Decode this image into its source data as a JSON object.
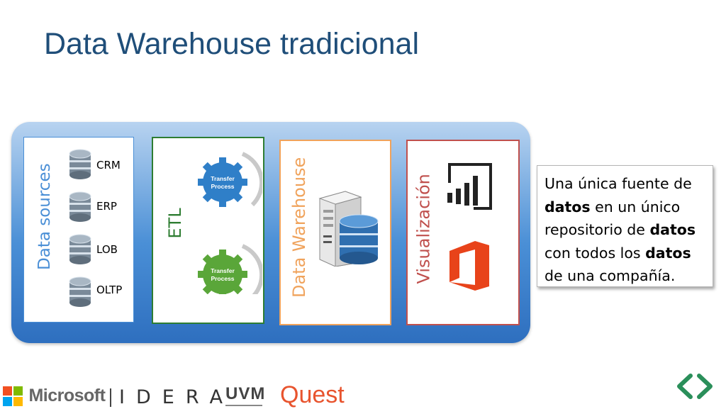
{
  "title": "Data Warehouse tradicional",
  "panels": {
    "sources": {
      "label": "Data sources",
      "items": [
        "CRM",
        "ERP",
        "LOB",
        "OLTP"
      ]
    },
    "etl": {
      "label": "ETL",
      "gear_text": "Transfer\nProcess"
    },
    "warehouse": {
      "label": "Data Warehouse"
    },
    "visualization": {
      "label": "Visualización"
    }
  },
  "callout": {
    "segments": [
      {
        "text": "Una única fuente de ",
        "bold": false
      },
      {
        "text": "datos",
        "bold": true
      },
      {
        "text": " en un único repositorio de ",
        "bold": false
      },
      {
        "text": "datos",
        "bold": true
      },
      {
        "text": " con todos los ",
        "bold": false
      },
      {
        "text": "datos",
        "bold": true
      },
      {
        "text": " de una compañía.",
        "bold": false
      }
    ]
  },
  "logos": {
    "microsoft": "Microsoft",
    "idera": "IDERA",
    "uvm": "UVM",
    "quest": "Quest"
  },
  "colors": {
    "title": "#1f4e79",
    "sources_border": "#4a8fd6",
    "etl_border": "#2e7d32",
    "warehouse_border": "#f0a35c",
    "visualization_border": "#c0504d",
    "gear_blue": "#2f7fc8",
    "gear_green": "#5aa639",
    "powerbi": "#222222",
    "office": "#e8431a"
  },
  "icons": {
    "database": "database-cylinder-icon",
    "gear": "gear-icon",
    "server": "server-icon",
    "powerbi": "power-bi-icon",
    "office": "office-icon",
    "nav": "code-brackets-icon"
  }
}
